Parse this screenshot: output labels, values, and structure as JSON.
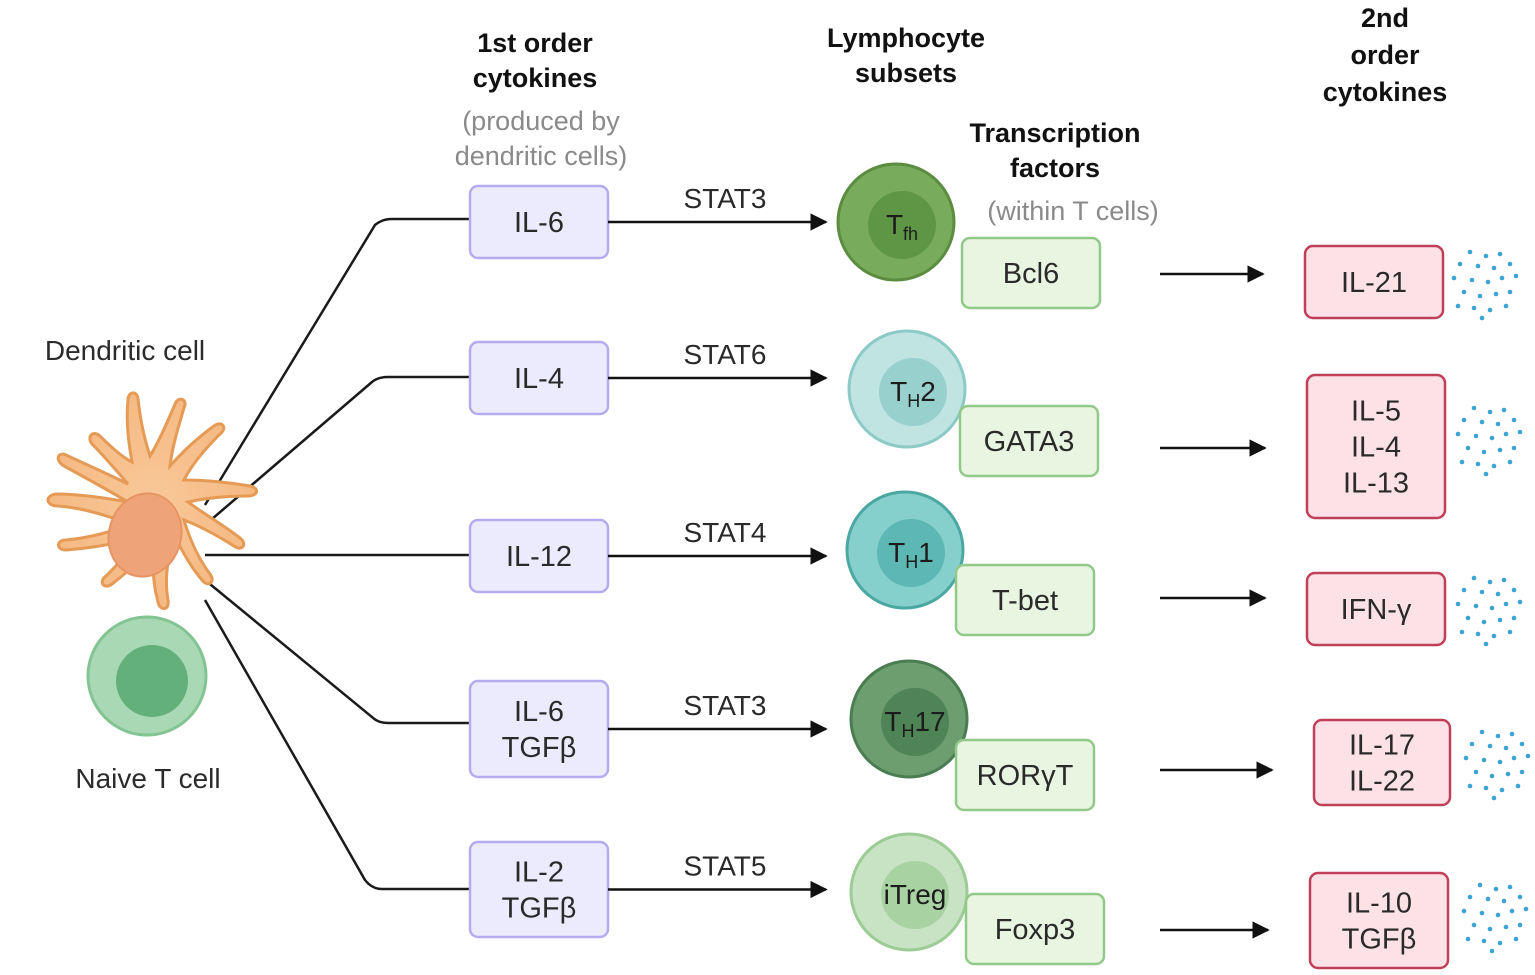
{
  "headers": {
    "first_order": [
      "1st order",
      "cytokines"
    ],
    "first_order_note": [
      "(produced by",
      "dendritic cells)"
    ],
    "subsets": [
      "Lymphocyte",
      "subsets"
    ],
    "transcription": [
      "Transcription",
      "factors"
    ],
    "transcription_note": "(within T cells)",
    "second_order": [
      "2nd",
      "order",
      "cytokines"
    ]
  },
  "labels": {
    "dendritic_cell": "Dendritic cell",
    "naive_t_cell": "Naive T cell"
  },
  "rows": [
    {
      "cytokines": [
        "IL-6"
      ],
      "stat": "STAT3",
      "cell_main": "T",
      "cell_sub": "fh",
      "cell_color": "#79ac5a",
      "cell_inner_color": "#5f9645",
      "cell_stroke": "#5b8c40",
      "tf": "Bcl6",
      "outputs": [
        "IL-21"
      ]
    },
    {
      "cytokines": [
        "IL-4"
      ],
      "stat": "STAT6",
      "cell_main": "T",
      "cell_sub": "H",
      "cell_suffix": "2",
      "cell_color": "#bfe4e2",
      "cell_inner_color": "#97d0cc",
      "cell_stroke": "#8ccac6",
      "tf": "GATA3",
      "outputs": [
        "IL-5",
        "IL-4",
        "IL-13"
      ]
    },
    {
      "cytokines": [
        "IL-12"
      ],
      "stat": "STAT4",
      "cell_main": "T",
      "cell_sub": "H",
      "cell_suffix": "1",
      "cell_color": "#85cfcc",
      "cell_inner_color": "#5db8b3",
      "cell_stroke": "#4aa7a2",
      "tf": "T-bet",
      "outputs": [
        "IFN-γ"
      ]
    },
    {
      "cytokines": [
        "IL-6",
        "TGFβ"
      ],
      "stat": "STAT3",
      "cell_main": "T",
      "cell_sub": "H",
      "cell_suffix": "17",
      "cell_color": "#6c9e70",
      "cell_inner_color": "#4f8457",
      "cell_stroke": "#4b7d52",
      "tf": "RORγT",
      "outputs": [
        "IL-17",
        "IL-22"
      ]
    },
    {
      "cytokines": [
        "IL-2",
        "TGFβ"
      ],
      "stat": "STAT5",
      "cell_main": "iTreg",
      "cell_color": "#c8e2c4",
      "cell_inner_color": "#a9d2a3",
      "cell_stroke": "#9ccb96",
      "tf": "Foxp3",
      "outputs": [
        "IL-10",
        "TGFβ"
      ]
    }
  ],
  "colors": {
    "dendritic_body": "#f6c08c",
    "dendritic_outline": "#e59a55",
    "dendritic_nucleus": "#eea478",
    "naive_outer": "#a9d9b4",
    "naive_inner": "#64b07a",
    "dots": "#3aa3d2"
  }
}
